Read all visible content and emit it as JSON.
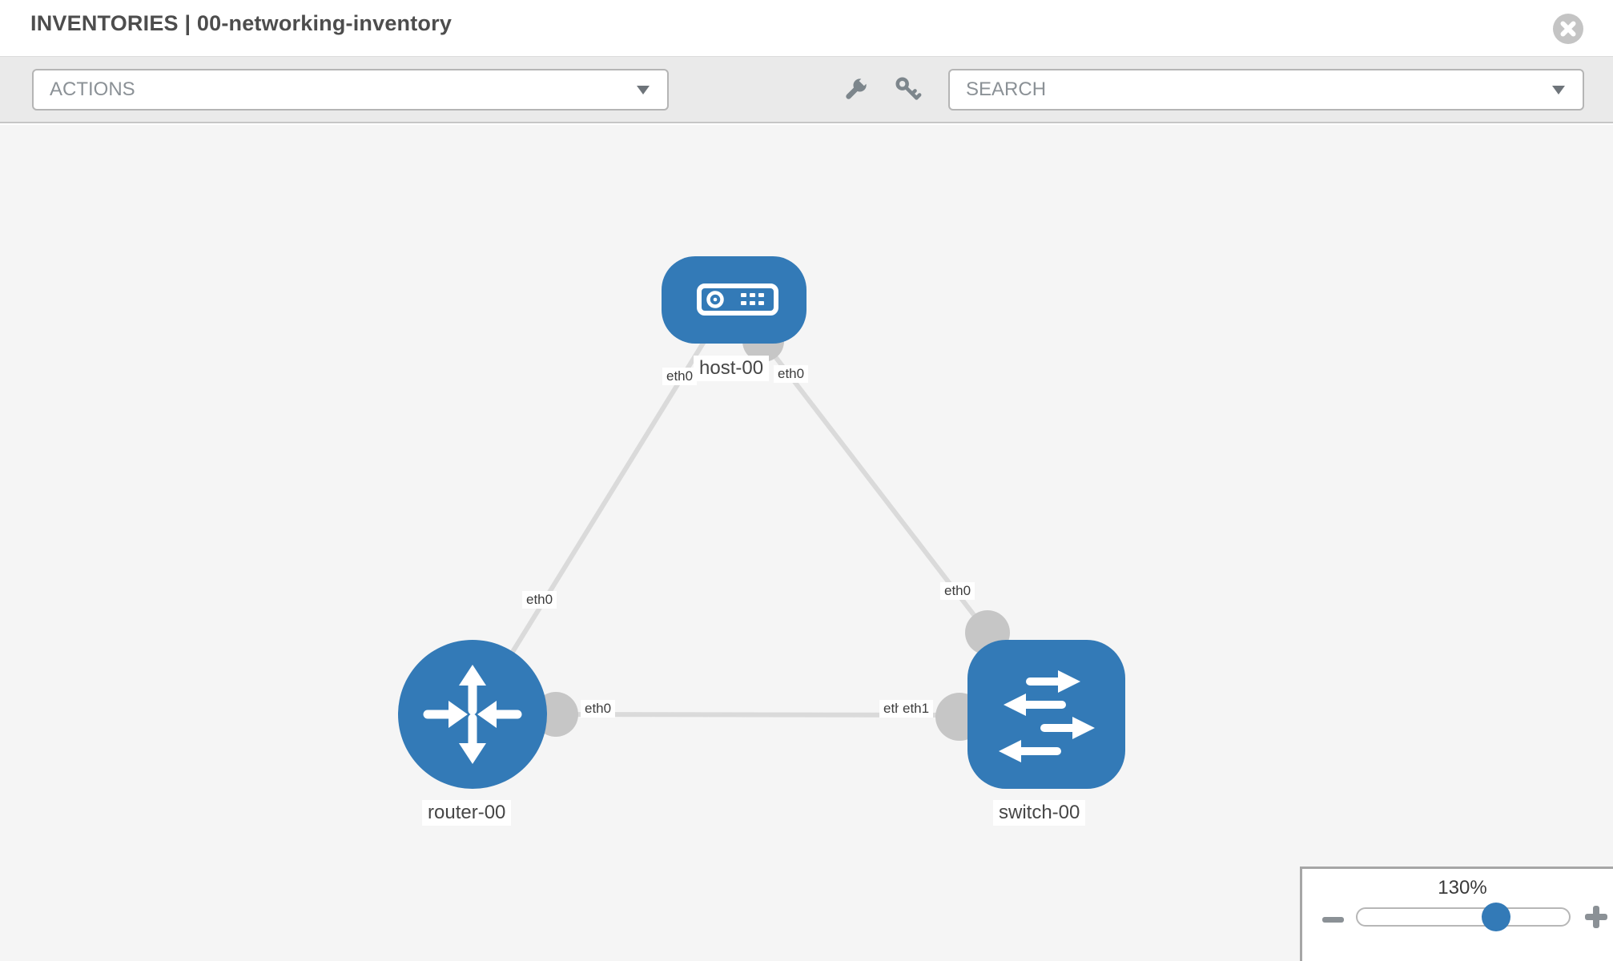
{
  "header": {
    "title": "INVENTORIES | 00-networking-inventory"
  },
  "toolbar": {
    "actions_label": "ACTIONS",
    "search_placeholder": "SEARCH"
  },
  "topology": {
    "nodes": [
      {
        "id": "host-00",
        "type": "host",
        "label": "host-00"
      },
      {
        "id": "router-00",
        "type": "router",
        "label": "router-00"
      },
      {
        "id": "switch-00",
        "type": "switch",
        "label": "switch-00"
      }
    ],
    "links": [
      {
        "from": "host-00",
        "to": "router-00"
      },
      {
        "from": "host-00",
        "to": "switch-00"
      },
      {
        "from": "router-00",
        "to": "switch-00"
      }
    ],
    "interface_labels": [
      {
        "at": "host-left",
        "text": "eth0"
      },
      {
        "at": "host-right",
        "text": "eth0"
      },
      {
        "at": "router-link",
        "text": "eth0"
      },
      {
        "at": "switch-link",
        "text": "eth0"
      },
      {
        "at": "router-port",
        "text": "eth0"
      },
      {
        "at": "switch-port-back",
        "text": "eth0"
      },
      {
        "at": "switch-port",
        "text": "eth1"
      }
    ]
  },
  "zoom": {
    "level": "130%"
  },
  "colors": {
    "node_blue": "#337ab7",
    "link_gray": "#dadada",
    "port_gray": "#c6c6c6",
    "toolbar_bg": "#eaeaea",
    "canvas_bg": "#f5f5f5"
  }
}
